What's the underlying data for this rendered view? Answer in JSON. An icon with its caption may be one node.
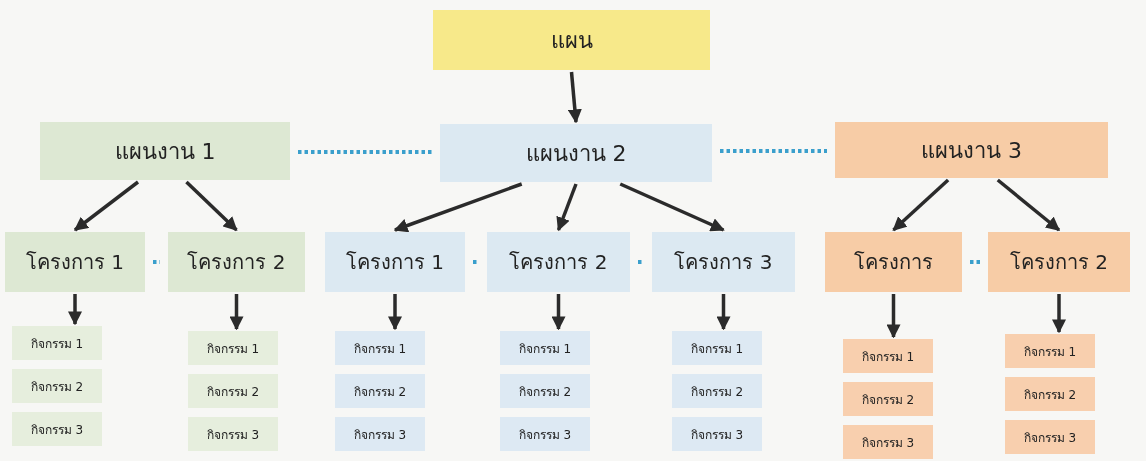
{
  "diagram": {
    "nodes": [
      {
        "text": [
          "แผน"
        ]
      },
      {
        "text": [
          "แผนงาน 1"
        ]
      },
      {
        "text": [
          "แผนงาน 2"
        ]
      },
      {
        "text": [
          "แผนงาน 3"
        ]
      },
      {
        "text": [
          "โครงการ 1"
        ]
      },
      {
        "text": [
          "โครงการ 2"
        ]
      },
      {
        "text": [
          "โครงการ 1"
        ]
      },
      {
        "text": [
          "โครงการ 2"
        ]
      },
      {
        "text": [
          "โครงการ 3"
        ]
      },
      {
        "text": [
          "โครงการ"
        ]
      },
      {
        "text": [
          "โครงการ 2"
        ]
      },
      {
        "text": [
          "กิจกรรม 1"
        ]
      },
      {
        "text": [
          "กิจกรรม 2"
        ]
      },
      {
        "text": [
          "กิจกรรม 3"
        ]
      },
      {
        "text": [
          "กิจกรรม 1"
        ]
      },
      {
        "text": [
          "กิจกรรม 2"
        ]
      },
      {
        "text": [
          "กิจกรรม 3"
        ]
      },
      {
        "text": [
          "กิจกรรม 1"
        ]
      },
      {
        "text": [
          "กิจกรรม 2"
        ]
      },
      {
        "text": [
          "กิจกรรม 3"
        ]
      },
      {
        "text": [
          "กิจกรรม 1"
        ]
      },
      {
        "text": [
          "กิจกรรม 2"
        ]
      },
      {
        "text": [
          "กิจกรรม 3"
        ]
      },
      {
        "text": [
          "กิจกรรม 1"
        ]
      },
      {
        "text": [
          "กิจกรรม 2"
        ]
      },
      {
        "text": [
          "กิจกรรม 3"
        ]
      },
      {
        "text": [
          "กิจกรรม 1"
        ]
      },
      {
        "text": [
          "กิจกรรม 2"
        ]
      },
      {
        "text": [
          "กิจกรรม 3"
        ]
      },
      {
        "text": [
          "กิจกรรม 1"
        ]
      },
      {
        "text": [
          "กิจกรรม 2"
        ]
      },
      {
        "text": [
          "กิจกรรม 3"
        ]
      }
    ],
    "edges": [
      {
        "from": 0,
        "to": 2,
        "arrow": "to"
      },
      {
        "from": 1,
        "to": 2,
        "arrow": "none",
        "style": "dashed",
        "color": "#3a9fcc"
      },
      {
        "from": 2,
        "to": 3,
        "arrow": "none",
        "style": "dashed",
        "color": "#3a9fcc"
      },
      {
        "from": 1,
        "to": 4,
        "arrow": "to"
      },
      {
        "from": 1,
        "to": 5,
        "arrow": "to"
      },
      {
        "from": 2,
        "to": 6,
        "arrow": "to"
      },
      {
        "from": 2,
        "to": 7,
        "arrow": "to"
      },
      {
        "from": 2,
        "to": 8,
        "arrow": "to"
      },
      {
        "from": 3,
        "to": 9,
        "arrow": "to"
      },
      {
        "from": 3,
        "to": 10,
        "arrow": "to"
      },
      {
        "from": 4,
        "to": 5,
        "arrow": "none",
        "style": "dashed",
        "color": "#3a9fcc"
      },
      {
        "from": 6,
        "to": 7,
        "arrow": "none",
        "style": "dashed",
        "color": "#3a9fcc"
      },
      {
        "from": 7,
        "to": 8,
        "arrow": "none",
        "style": "dashed",
        "color": "#3a9fcc"
      },
      {
        "from": 9,
        "to": 10,
        "arrow": "none",
        "style": "dashed",
        "color": "#3a9fcc"
      },
      {
        "from": 4,
        "to": 11,
        "arrow": "to"
      },
      {
        "from": 5,
        "to": 14,
        "arrow": "to"
      },
      {
        "from": 6,
        "to": 17,
        "arrow": "to"
      },
      {
        "from": 7,
        "to": 20,
        "arrow": "to"
      },
      {
        "from": 8,
        "to": 23,
        "arrow": "to"
      },
      {
        "from": 9,
        "to": 26,
        "arrow": "to"
      },
      {
        "from": 10,
        "to": 29,
        "arrow": "to"
      }
    ]
  }
}
